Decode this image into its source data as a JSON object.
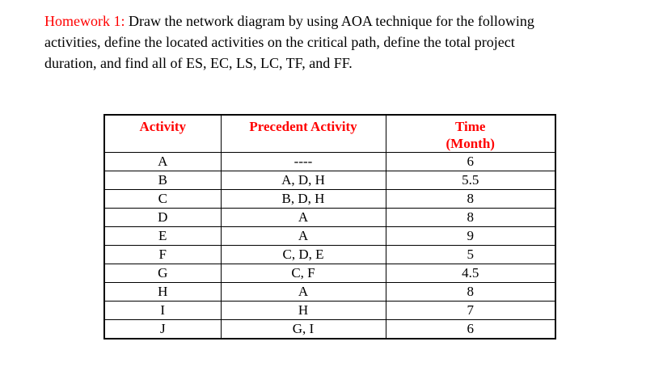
{
  "paragraph": {
    "highlight": "Homework 1:",
    "line1_rest": " Draw the network diagram by using AOA technique for the following",
    "line2": "activities, define the located activities on the critical path, define the total project",
    "line3": "duration, and find all of ES, EC, LS, LC, TF, and FF."
  },
  "table": {
    "headers": {
      "activity": "Activity",
      "precedent": "Precedent Activity",
      "time_line1": "Time",
      "time_line2": "(Month)"
    },
    "rows": [
      {
        "activity": "A",
        "precedent": "----",
        "time": "6"
      },
      {
        "activity": "B",
        "precedent": "A, D, H",
        "time": "5.5"
      },
      {
        "activity": "C",
        "precedent": "B, D, H",
        "time": "8"
      },
      {
        "activity": "D",
        "precedent": "A",
        "time": "8"
      },
      {
        "activity": "E",
        "precedent": "A",
        "time": "9"
      },
      {
        "activity": "F",
        "precedent": "C, D, E",
        "time": "5"
      },
      {
        "activity": "G",
        "precedent": "C, F",
        "time": "4.5"
      },
      {
        "activity": "H",
        "precedent": "A",
        "time": "8"
      },
      {
        "activity": "I",
        "precedent": "H",
        "time": "7"
      },
      {
        "activity": "J",
        "precedent": "G, I",
        "time": "6"
      }
    ]
  },
  "colors": {
    "accent_red": "#ff0000",
    "text_black": "#000000",
    "background": "#ffffff",
    "border": "#000000"
  }
}
